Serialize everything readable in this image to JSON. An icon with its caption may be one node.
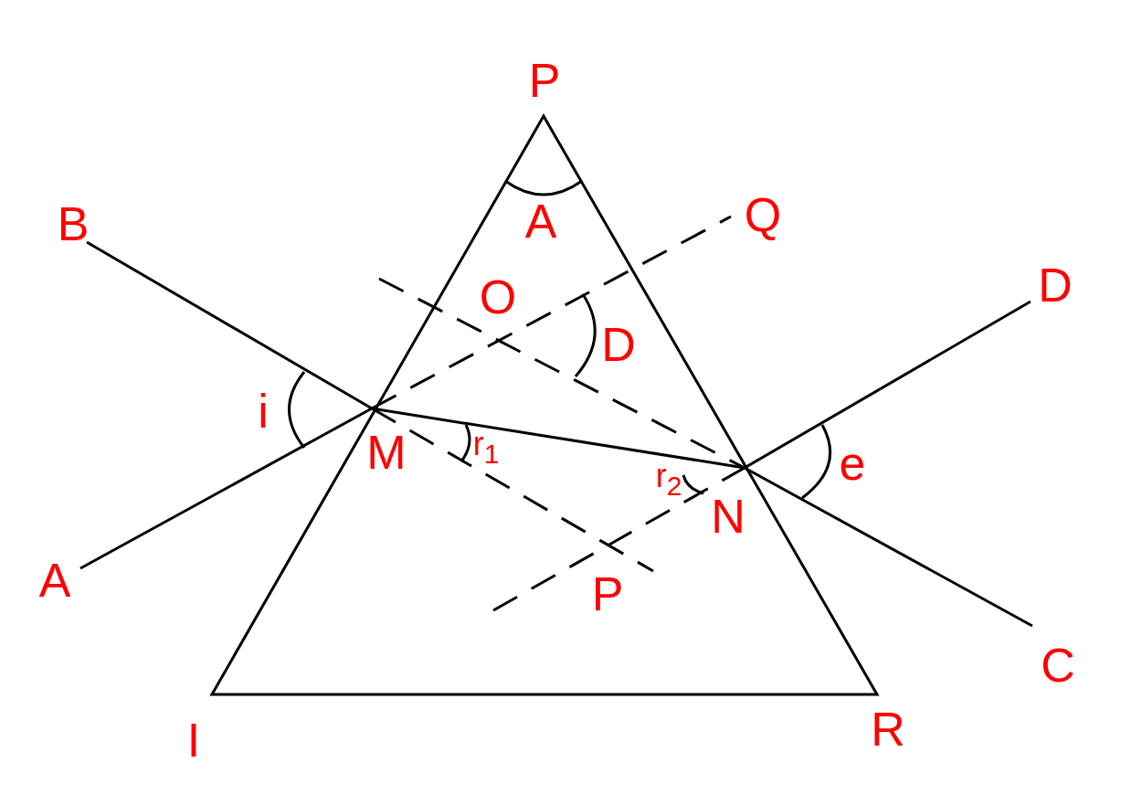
{
  "diagram": {
    "labels": [
      "P",
      "B",
      "A",
      "Q",
      "O",
      "D",
      "D",
      "i",
      "M",
      "r$_{1}$",
      "r$_{2}$",
      "e",
      "N",
      "A",
      "P",
      "C",
      "I",
      "R"
    ]
  }
}
